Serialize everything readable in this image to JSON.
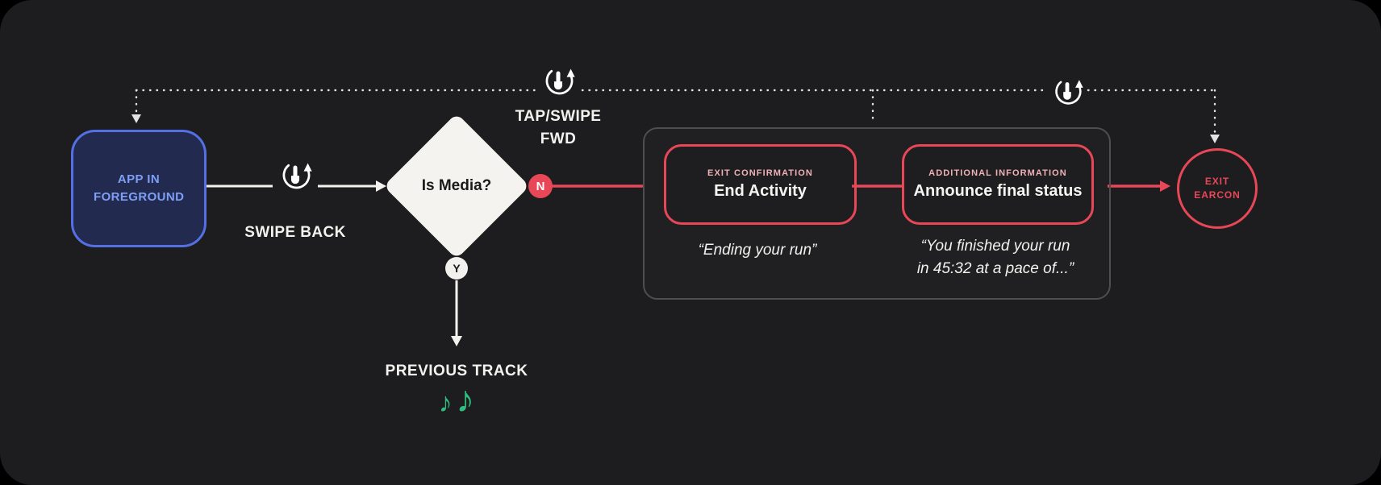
{
  "colors": {
    "panel_bg": "#1d1d1f",
    "blue_border": "#5470e4",
    "blue_text": "#7e9ff7",
    "red": "#e84758",
    "pink_tag": "#f0b2b8",
    "diamond_fill": "#f4f3ef",
    "green_notes": "#2fbc7d",
    "group_border": "#4e4e50"
  },
  "nodes": {
    "app": {
      "label": "APP IN FOREGROUND"
    },
    "decision": {
      "label": "Is Media?"
    },
    "no_badge": "N",
    "yes_badge": "Y",
    "exit_confirmation": {
      "tag": "EXIT CONFIRMATION",
      "title": "End Activity",
      "quote": "“Ending your run”"
    },
    "additional_information": {
      "tag": "ADDITIONAL INFORMATION",
      "title": "Announce final status",
      "quote_line1": "“You finished your run",
      "quote_line2": "in 45:32 at a pace of...”"
    },
    "exit_earcon": {
      "label_line1": "EXIT",
      "label_line2": "EARCON"
    },
    "previous_track": {
      "label": "PREVIOUS TRACK"
    }
  },
  "gestures": {
    "swipe_back": {
      "label": "SWIPE BACK"
    },
    "tap_swipe_fwd": {
      "label_line1": "TAP/SWIPE",
      "label_line2": "FWD"
    }
  },
  "icons": {
    "gesture_icon_name": "tap-rotate-gesture-icon",
    "music_note": "♪"
  }
}
